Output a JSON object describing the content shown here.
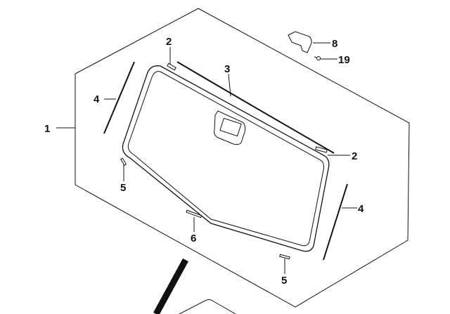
{
  "callouts": {
    "c1": "1",
    "c2a": "2",
    "c2b": "2",
    "c3": "3",
    "c4a": "4",
    "c4b": "4",
    "c5a": "5",
    "c5b": "5",
    "c6": "6",
    "c8": "8",
    "c19": "19"
  }
}
